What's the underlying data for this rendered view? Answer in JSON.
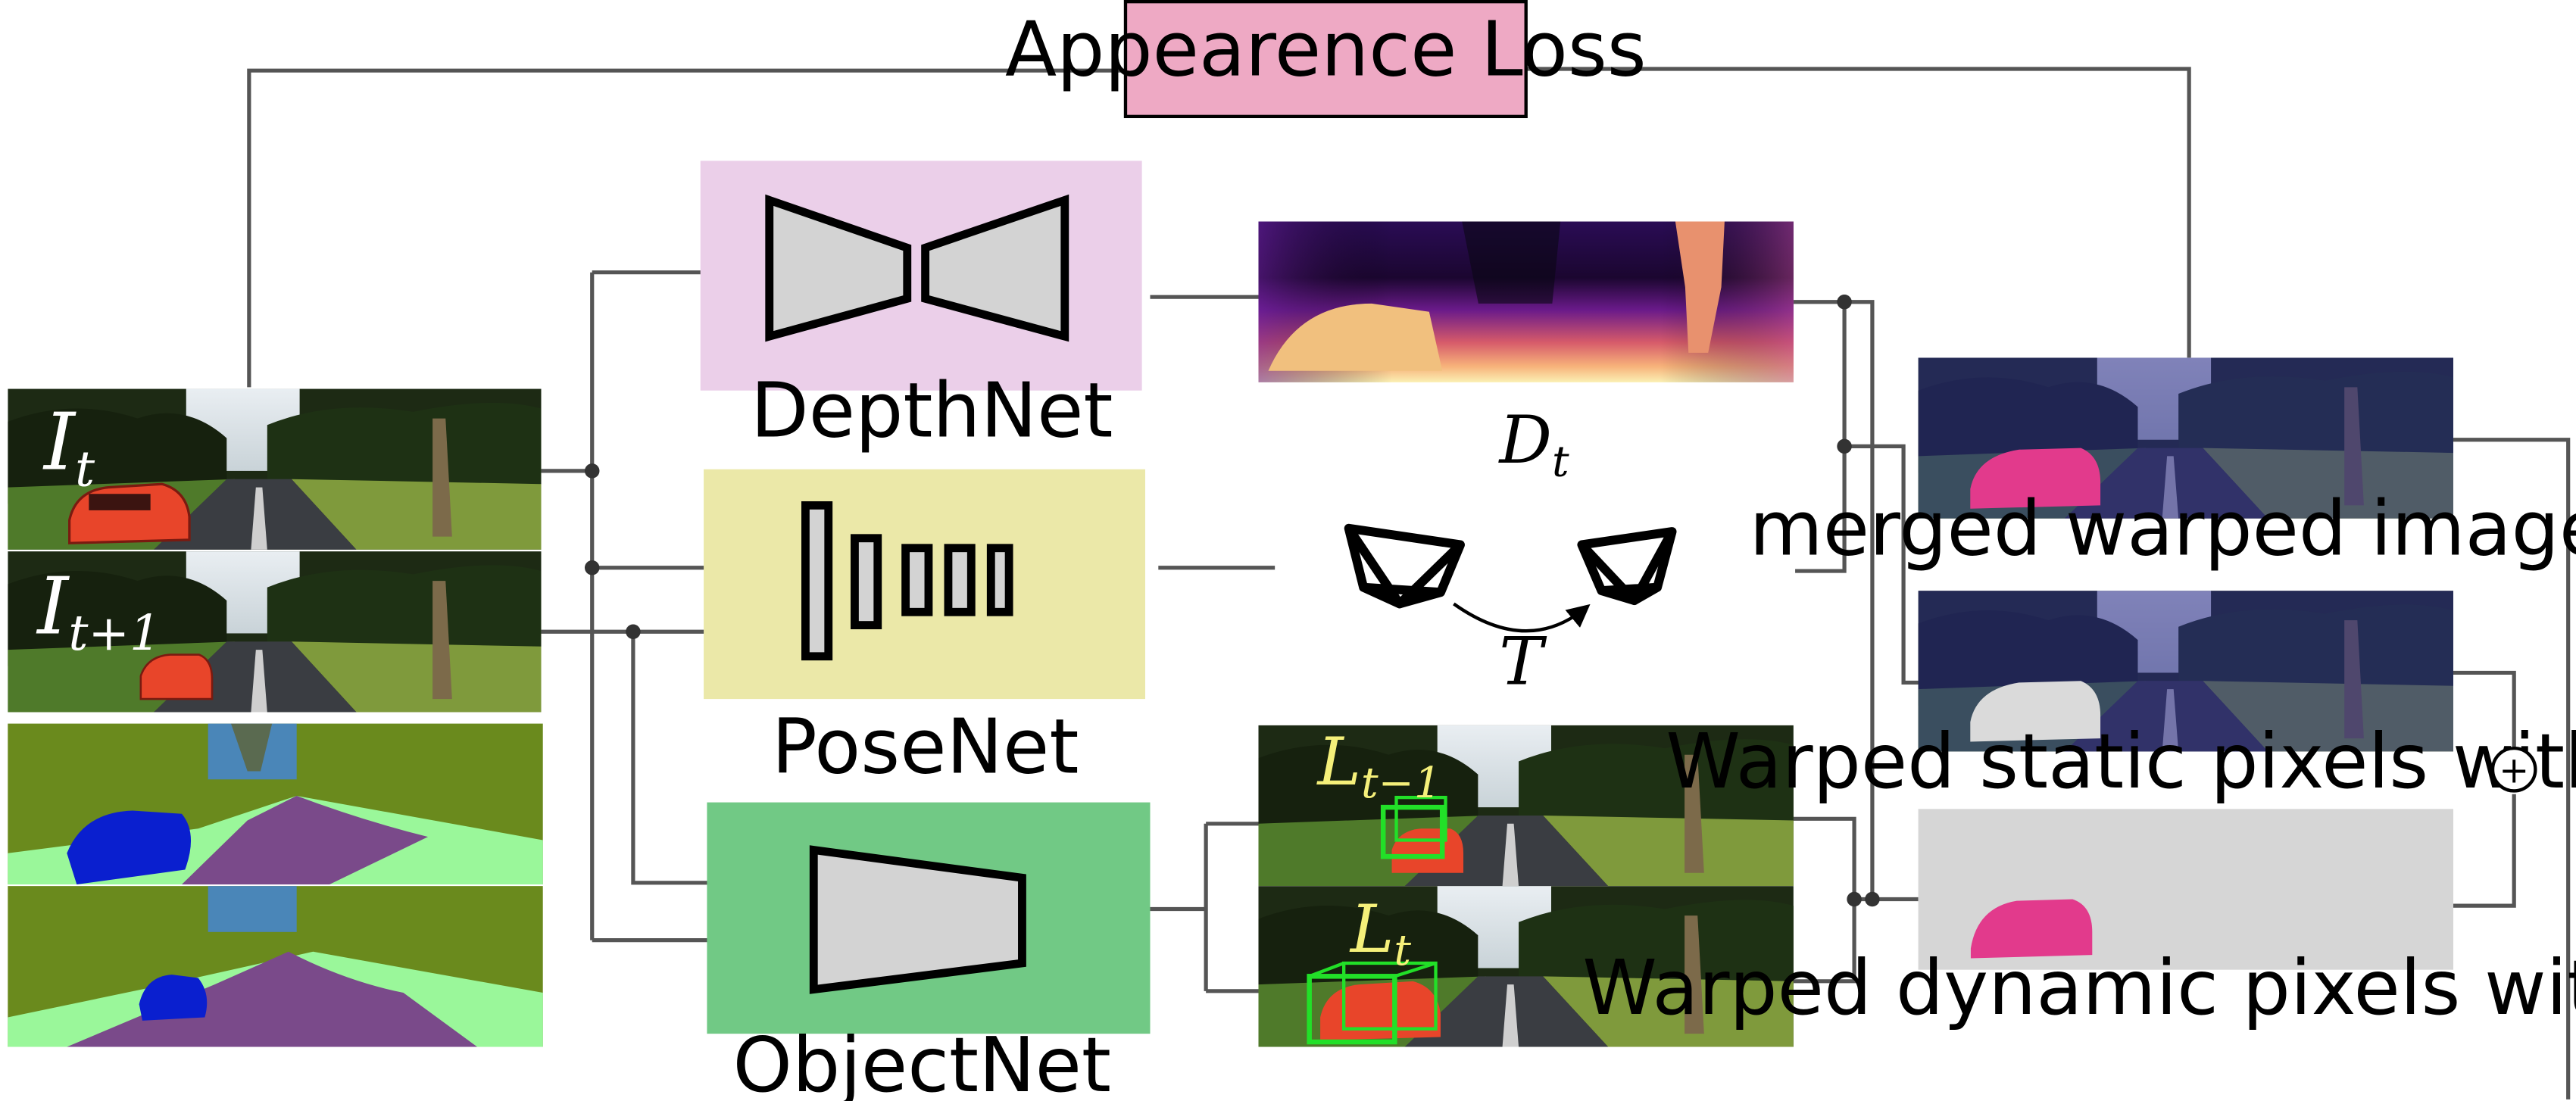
{
  "loss_box": {
    "label": "Appearence Loss",
    "fill": "#eea9c4"
  },
  "networks": {
    "depthnet": {
      "label": "DepthNet",
      "fill": "#ebcfe9"
    },
    "posenet": {
      "label": "PoseNet",
      "fill": "#ebe8a8"
    },
    "objectnet": {
      "label": "ObjectNet",
      "fill": "#71c985"
    }
  },
  "inputs": {
    "frame_t_base": "I",
    "frame_t_sub": "t",
    "frame_t1_base": "I",
    "frame_t1_sub": "t+1"
  },
  "outputs": {
    "depth_base": "D",
    "depth_sub": "t",
    "pose": "T",
    "boxes_prev_base": "L",
    "boxes_prev_sub": "t−1",
    "boxes_curr_base": "L",
    "boxes_curr_sub": "t"
  },
  "warped": {
    "merged": "merged warped image",
    "static": "Warped static pixels with T",
    "dynamic": "Warped dynamic pixels with L(s)"
  },
  "combine_symbol": "+",
  "colors": {
    "car_red": "#e8452a",
    "car_magenta": "#e23a8c",
    "bbox_green": "#22e028",
    "seg_grass": "#6a8a1d",
    "seg_light_grass": "#9af79a",
    "seg_road": "#7a4a8a",
    "seg_car": "#0a1fcf",
    "seg_sky": "#4a86b8"
  }
}
